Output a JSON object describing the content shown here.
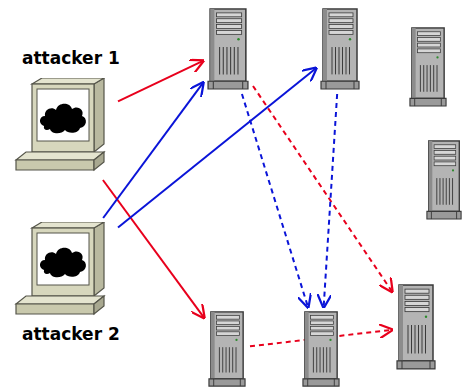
{
  "diagram": {
    "nodes": [
      {
        "text": [
          "attacker 1"
        ]
      },
      {
        "text": [
          "attacker 2"
        ]
      },
      {
        "text": []
      },
      {
        "text": []
      },
      {
        "text": []
      },
      {
        "text": []
      },
      {
        "text": []
      },
      {
        "text": []
      },
      {
        "text": []
      }
    ],
    "edges": [
      {
        "from": 0,
        "to": 2,
        "arrow": "to"
      },
      {
        "from": 0,
        "to": 7,
        "arrow": "to"
      },
      {
        "from": 1,
        "to": 2,
        "arrow": "to"
      },
      {
        "from": 1,
        "to": 3,
        "arrow": "to"
      },
      {
        "from": 2,
        "to": 6,
        "arrow": "to"
      },
      {
        "from": 2,
        "to": 8,
        "arrow": "to"
      },
      {
        "from": 3,
        "to": 8,
        "arrow": "to"
      },
      {
        "from": 7,
        "to": 6,
        "arrow": "to"
      }
    ]
  }
}
